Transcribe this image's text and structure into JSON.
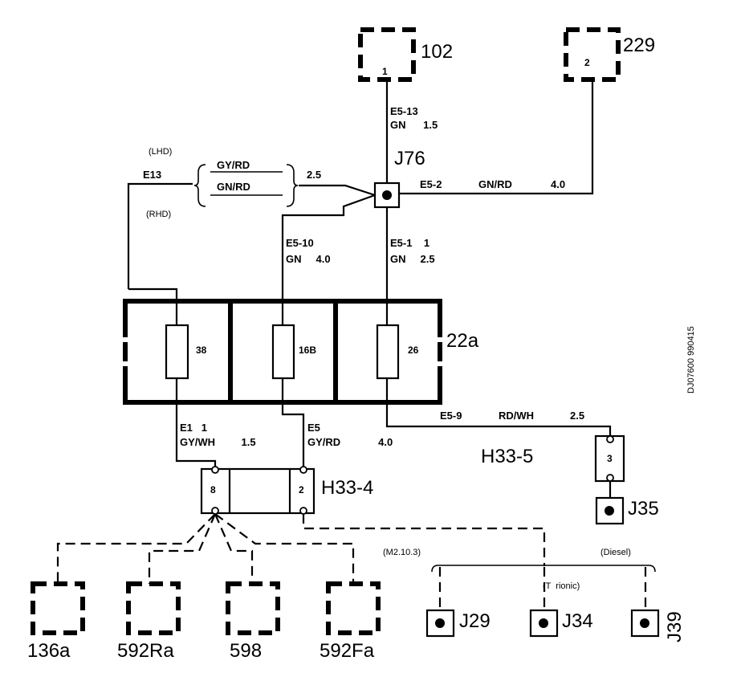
{
  "components": {
    "c102": "102",
    "c229": "229",
    "j76": "J76",
    "fuse_box": "22a",
    "h33_4": "H33-4",
    "h33_5": "H33-5",
    "j35": "J35",
    "j29": "J29",
    "j34": "J34",
    "j39": "J39",
    "c136a": "136a",
    "c592ra": "592Ra",
    "c598": "598",
    "c592fa": "592Fa"
  },
  "pins": {
    "c102_pin": "1",
    "c229_pin": "2",
    "h33_4_left": "8",
    "h33_4_right": "2",
    "h33_5_pin": "3"
  },
  "fuses": [
    "38",
    "16B",
    "26"
  ],
  "wire_labels": {
    "e5_13_id": "E5-13",
    "e5_13_spec": "GN      1.5",
    "lhd": "(LHD)",
    "rhd": "(RHD)",
    "e13": "E13",
    "gy_rd": "GY/RD",
    "gn_rd": "GN/RD",
    "size_25": "2.5",
    "e5_2": "E5-2",
    "gn_rd_2": "GN/RD",
    "size_40": "4.0",
    "e5_10_id": "E5-10",
    "e5_10_spec": "GN     4.0",
    "e5_1_id": "E5-1    1",
    "e5_1_spec": "GN     2.5",
    "e1_id": "E1   1",
    "e1_spec": "GY/WH         1.5",
    "e5_id": "E5",
    "e5_spec": "GY/RD             4.0",
    "e5_9": "E5-9",
    "rd_wh": "RD/WH",
    "size_25b": "2.5",
    "m2103": "(M2.10.3)",
    "diesel": "(Diesel)",
    "trionic": "(T  rionic)"
  },
  "side_code": "DJ07600 990415"
}
